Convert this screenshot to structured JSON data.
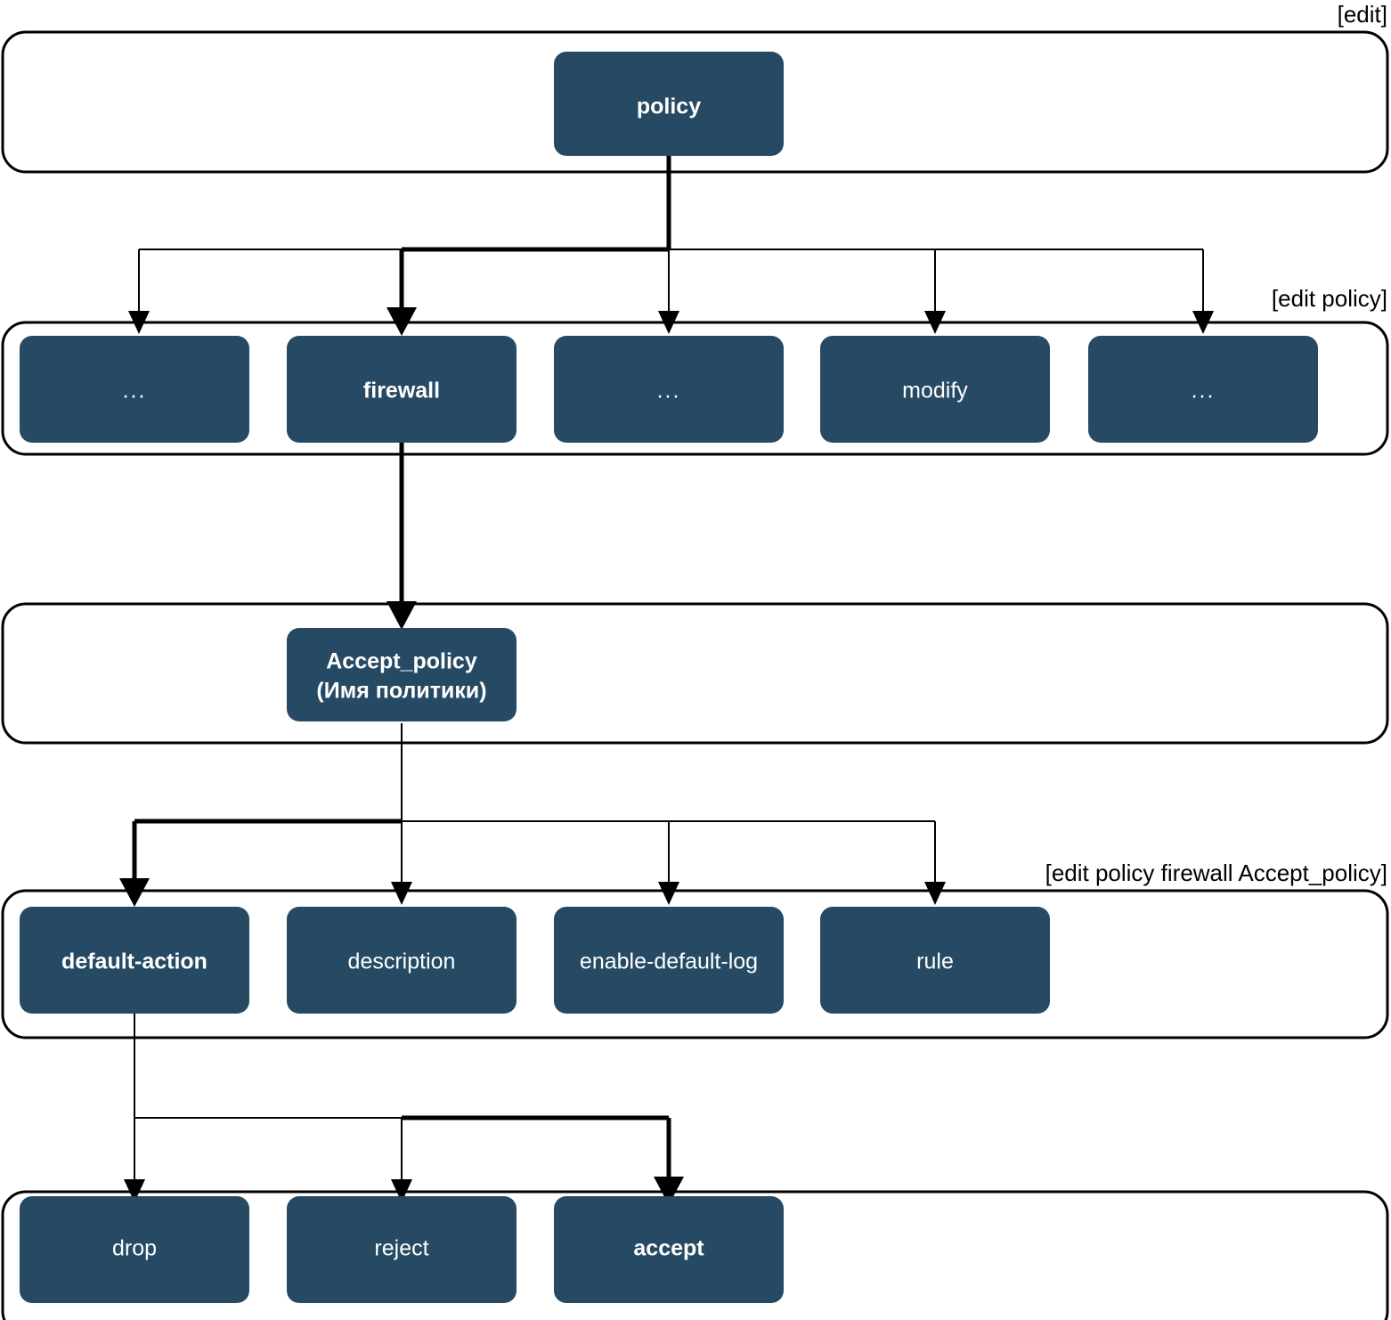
{
  "diagram": {
    "title": "VyOS firewall policy CLI configuration tree",
    "colors": {
      "node_fill": "#264a63",
      "node_text": "#ffffff",
      "group_border": "#000000",
      "background": "#ffffff",
      "edge": "#000000"
    },
    "levels": [
      {
        "id": "level-edit",
        "context_label": "[edit]",
        "nodes": [
          {
            "id": "policy",
            "label": "policy",
            "bold": true,
            "highlighted": true
          }
        ]
      },
      {
        "id": "level-edit-policy",
        "context_label": "[edit policy]",
        "nodes": [
          {
            "id": "ellipsis-1",
            "label": "...",
            "bold": false,
            "highlighted": false
          },
          {
            "id": "firewall",
            "label": "firewall",
            "bold": true,
            "highlighted": true
          },
          {
            "id": "ellipsis-2",
            "label": "...",
            "bold": false,
            "highlighted": false
          },
          {
            "id": "modify",
            "label": "modify",
            "bold": false,
            "highlighted": false
          },
          {
            "id": "ellipsis-3",
            "label": "...",
            "bold": false,
            "highlighted": false
          }
        ]
      },
      {
        "id": "level-policy-name",
        "context_label": "",
        "nodes": [
          {
            "id": "accept-policy",
            "label": "Accept_policy",
            "label_line2": "(Имя политики)",
            "bold": true,
            "highlighted": true
          }
        ]
      },
      {
        "id": "level-edit-policy-firewall-accept-policy",
        "context_label": "[edit policy firewall Accept_policy]",
        "nodes": [
          {
            "id": "default-action",
            "label": "default-action",
            "bold": true,
            "highlighted": true
          },
          {
            "id": "description",
            "label": "description",
            "bold": false,
            "highlighted": false
          },
          {
            "id": "enable-default-log",
            "label": "enable-default-log",
            "bold": false,
            "highlighted": false
          },
          {
            "id": "rule",
            "label": "rule",
            "bold": false,
            "highlighted": false
          }
        ]
      },
      {
        "id": "level-actions",
        "context_label": "",
        "nodes": [
          {
            "id": "drop",
            "label": "drop",
            "bold": false,
            "highlighted": false
          },
          {
            "id": "reject",
            "label": "reject",
            "bold": false,
            "highlighted": false
          },
          {
            "id": "accept",
            "label": "accept",
            "bold": true,
            "highlighted": true
          }
        ]
      }
    ],
    "edges": [
      {
        "from": "policy",
        "to": "ellipsis-1",
        "emphasis": "normal"
      },
      {
        "from": "policy",
        "to": "firewall",
        "emphasis": "thick"
      },
      {
        "from": "policy",
        "to": "ellipsis-2",
        "emphasis": "normal"
      },
      {
        "from": "policy",
        "to": "modify",
        "emphasis": "normal"
      },
      {
        "from": "policy",
        "to": "ellipsis-3",
        "emphasis": "normal"
      },
      {
        "from": "firewall",
        "to": "accept-policy",
        "emphasis": "thick"
      },
      {
        "from": "accept-policy",
        "to": "default-action",
        "emphasis": "thick"
      },
      {
        "from": "accept-policy",
        "to": "description",
        "emphasis": "normal"
      },
      {
        "from": "accept-policy",
        "to": "enable-default-log",
        "emphasis": "normal"
      },
      {
        "from": "accept-policy",
        "to": "rule",
        "emphasis": "normal"
      },
      {
        "from": "default-action",
        "to": "drop",
        "emphasis": "normal"
      },
      {
        "from": "default-action",
        "to": "reject",
        "emphasis": "normal"
      },
      {
        "from": "default-action",
        "to": "accept",
        "emphasis": "thick"
      }
    ]
  }
}
